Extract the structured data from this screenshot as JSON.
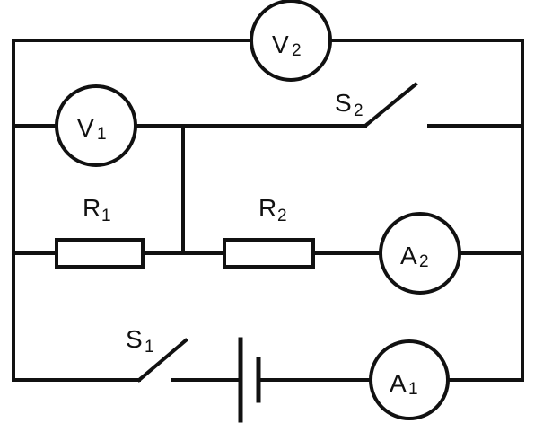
{
  "components": {
    "v1": {
      "letter": "V",
      "sub": "1"
    },
    "v2": {
      "letter": "V",
      "sub": "2"
    },
    "a1": {
      "letter": "A",
      "sub": "1"
    },
    "a2": {
      "letter": "A",
      "sub": "2"
    },
    "r1": {
      "letter": "R",
      "sub": "1"
    },
    "r2": {
      "letter": "R",
      "sub": "2"
    },
    "s1": {
      "letter": "S",
      "sub": "1"
    },
    "s2": {
      "letter": "S",
      "sub": "2"
    }
  },
  "colors": {
    "stroke": "#111111",
    "background": "#ffffff"
  }
}
